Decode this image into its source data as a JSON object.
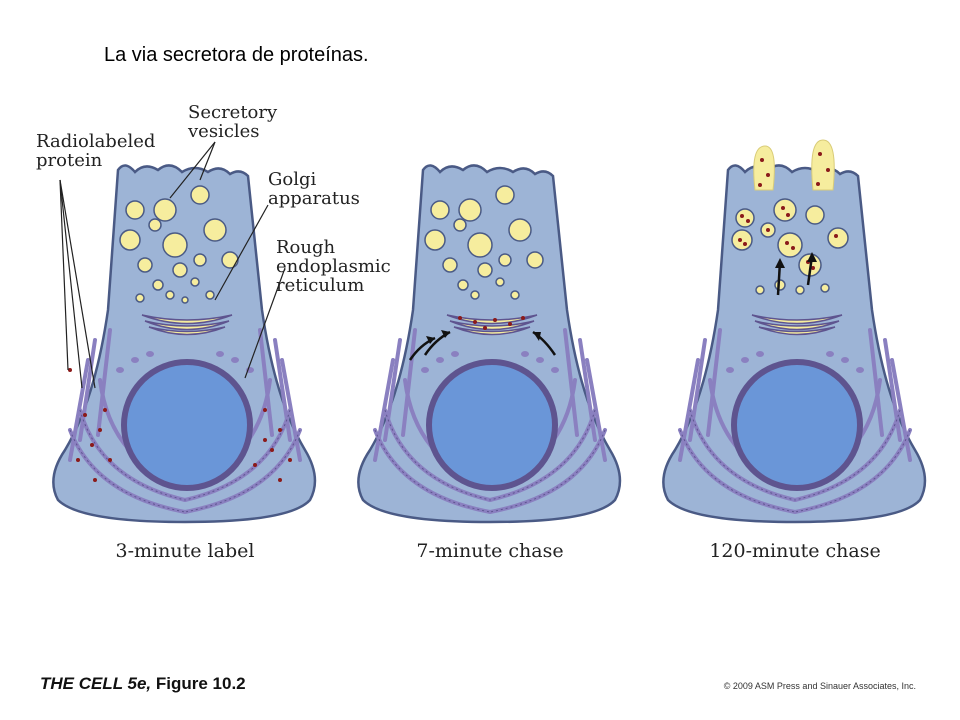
{
  "slide_title": "La via secretora de proteínas.",
  "labels": {
    "radiolabeled": "Radiolabeled\nprotein",
    "secretory": "Secretory\nvesicles",
    "golgi": "Golgi\napparatus",
    "rer": "Rough\nendoplasmic\nreticulum"
  },
  "panels": [
    {
      "caption": "3-minute label"
    },
    {
      "caption": "7-minute chase"
    },
    {
      "caption": "120-minute chase"
    }
  ],
  "footer": {
    "book": "THE CELL 5e,",
    "figure": " Figure 10.2",
    "copyright": "© 2009 ASM Press and Sinauer Associates, Inc."
  },
  "colors": {
    "cytoplasm": "#9db4d6",
    "cytoplasm_outline": "#4a5a85",
    "nucleus": "#6a96d8",
    "er": "#8a80c0",
    "vesicle": "#f6ed9e",
    "label_dot": "#8b1a1a"
  }
}
